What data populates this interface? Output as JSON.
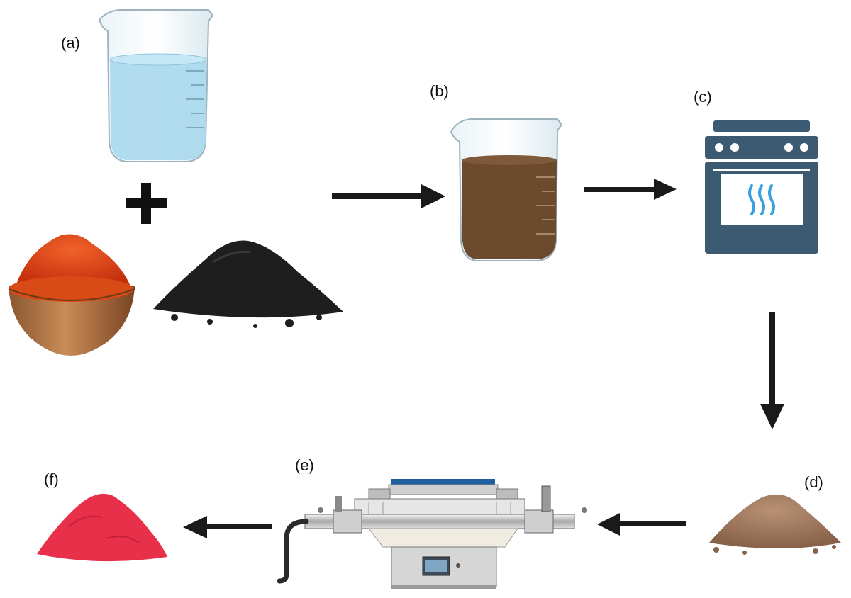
{
  "labels": {
    "a": "(a)",
    "b": "(b)",
    "c": "(c)",
    "d": "(d)",
    "e": "(e)",
    "f": "(f)"
  },
  "steps": [
    {
      "id": "a",
      "icons": [
        "beaker-water-icon",
        "plus-icon",
        "red-powder-bowl-icon",
        "black-powder-icon"
      ]
    },
    {
      "id": "b",
      "icons": [
        "beaker-brown-solution-icon"
      ]
    },
    {
      "id": "c",
      "icons": [
        "oven-icon"
      ]
    },
    {
      "id": "d",
      "icons": [
        "brown-powder-icon"
      ]
    },
    {
      "id": "e",
      "icons": [
        "tube-furnace-icon"
      ]
    },
    {
      "id": "f",
      "icons": [
        "red-powder-icon"
      ]
    }
  ],
  "colors": {
    "water": "#a9d8ee",
    "solution": "#6b4a2e",
    "oven": "#3d5a73",
    "oven_heat": "#3aa0e0",
    "red_powder": "#d93b12",
    "black_powder": "#1e1e1e",
    "brown_powder": "#9a7458",
    "final_powder": "#e8304a",
    "arrow": "#1a1a1a"
  }
}
